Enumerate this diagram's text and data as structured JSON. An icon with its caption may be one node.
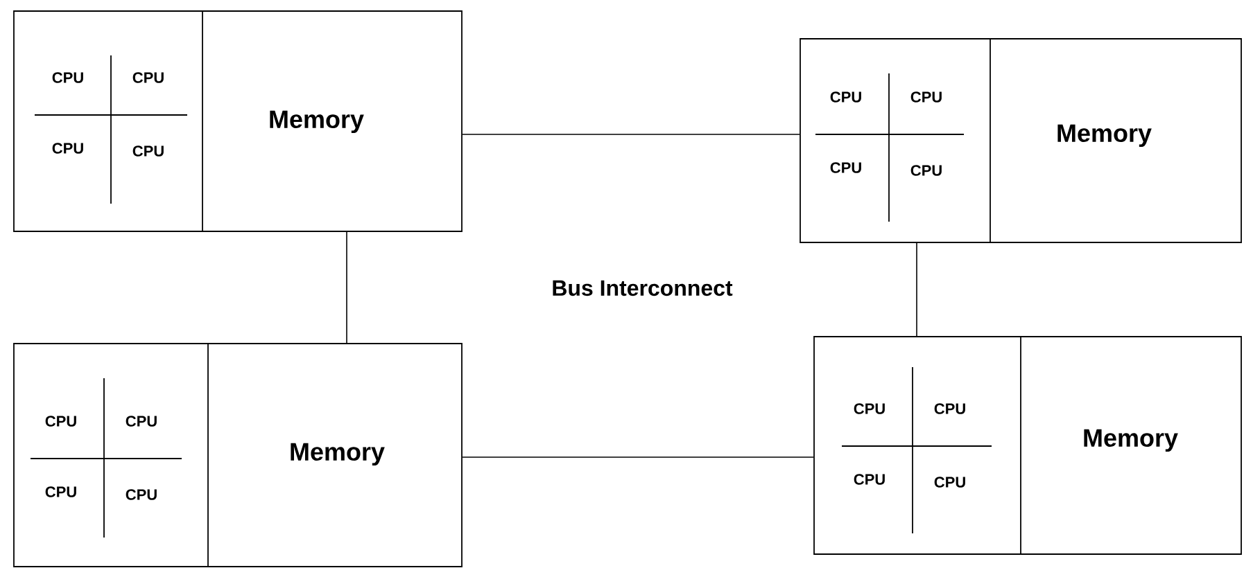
{
  "diagram": {
    "nodes": [
      {
        "text": [
          "CPU",
          "CPU",
          "CPU",
          "CPU",
          "Memory"
        ]
      },
      {
        "text": [
          "CPU",
          "CPU",
          "CPU",
          "CPU",
          "Memory"
        ]
      },
      {
        "text": [
          "CPU",
          "CPU",
          "CPU",
          "CPU",
          "Memory"
        ]
      },
      {
        "text": [
          "CPU",
          "CPU",
          "CPU",
          "CPU",
          "Memory"
        ]
      }
    ],
    "edges": [
      {
        "from": 0,
        "to": 1,
        "arrow": "none"
      },
      {
        "from": 0,
        "to": 2,
        "arrow": "none"
      },
      {
        "from": 1,
        "to": 3,
        "arrow": "none"
      },
      {
        "from": 2,
        "to": 3,
        "arrow": "none"
      }
    ],
    "labels": [
      "Bus Interconnect"
    ]
  }
}
